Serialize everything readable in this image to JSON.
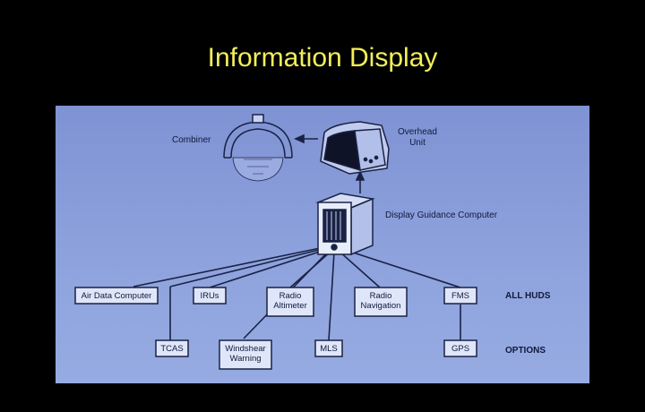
{
  "slide": {
    "title": "Information Display",
    "title_color": "#f2ef5a",
    "background": "#000000",
    "panel_color": "#8a9edb"
  },
  "diagram": {
    "combiner_label": "Combiner",
    "overhead_unit_label_line1": "Overhead",
    "overhead_unit_label_line2": "Unit",
    "dgc_label": "Display Guidance Computer",
    "boxes": {
      "air_data_computer": "Air Data Computer",
      "irus": "IRUs",
      "radio_altimeter_line1": "Radio",
      "radio_altimeter_line2": "Altimeter",
      "radio_navigation_line1": "Radio",
      "radio_navigation_line2": "Navigation",
      "fms": "FMS",
      "tcas": "TCAS",
      "windshear_warning_line1": "Windshear",
      "windshear_warning_line2": "Warning",
      "mls": "MLS",
      "gps": "GPS"
    },
    "row_tags": {
      "all_huds": "ALL HUDS",
      "options": "OPTIONS"
    }
  }
}
